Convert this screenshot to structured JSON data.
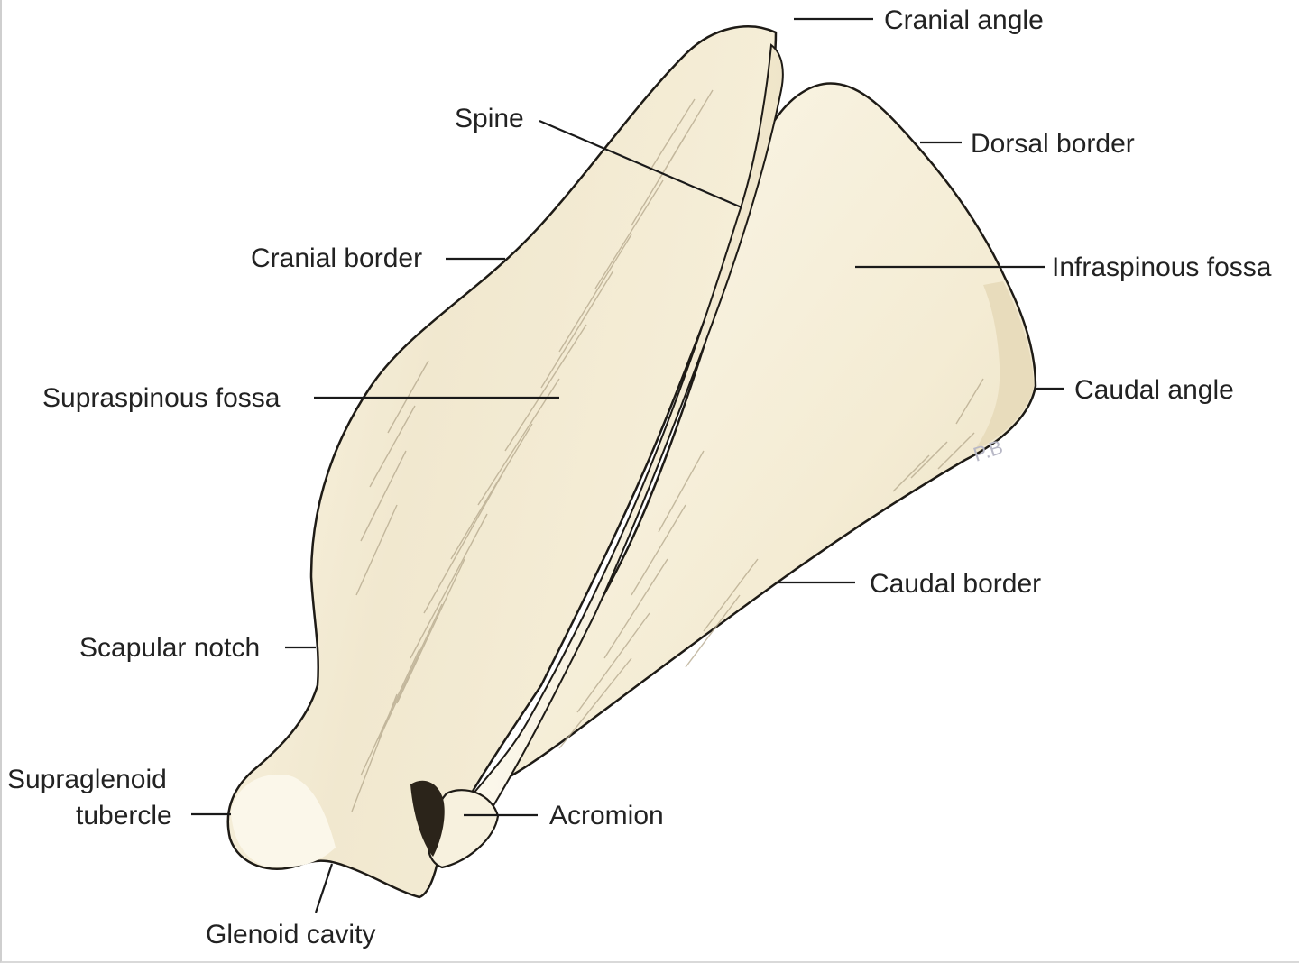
{
  "labels": {
    "cranial_angle": "Cranial angle",
    "spine": "Spine",
    "dorsal_border": "Dorsal border",
    "cranial_border": "Cranial border",
    "infraspinous_fossa": "Infraspinous fossa",
    "supraspinous_fossa": "Supraspinous fossa",
    "caudal_angle": "Caudal angle",
    "caudal_border": "Caudal border",
    "scapular_notch": "Scapular notch",
    "supraglenoid_tubercle_line1": "Supraglenoid",
    "supraglenoid_tubercle_line2": "tubercle",
    "acromion": "Acromion",
    "glenoid_cavity": "Glenoid cavity"
  },
  "artist_initials": "P.B",
  "colors": {
    "bone_fill": "#f6efd9",
    "bone_highlight": "#fbf7ea",
    "bone_shadow": "#a99c80",
    "outline": "#1e1b16",
    "label_text": "#222222"
  }
}
